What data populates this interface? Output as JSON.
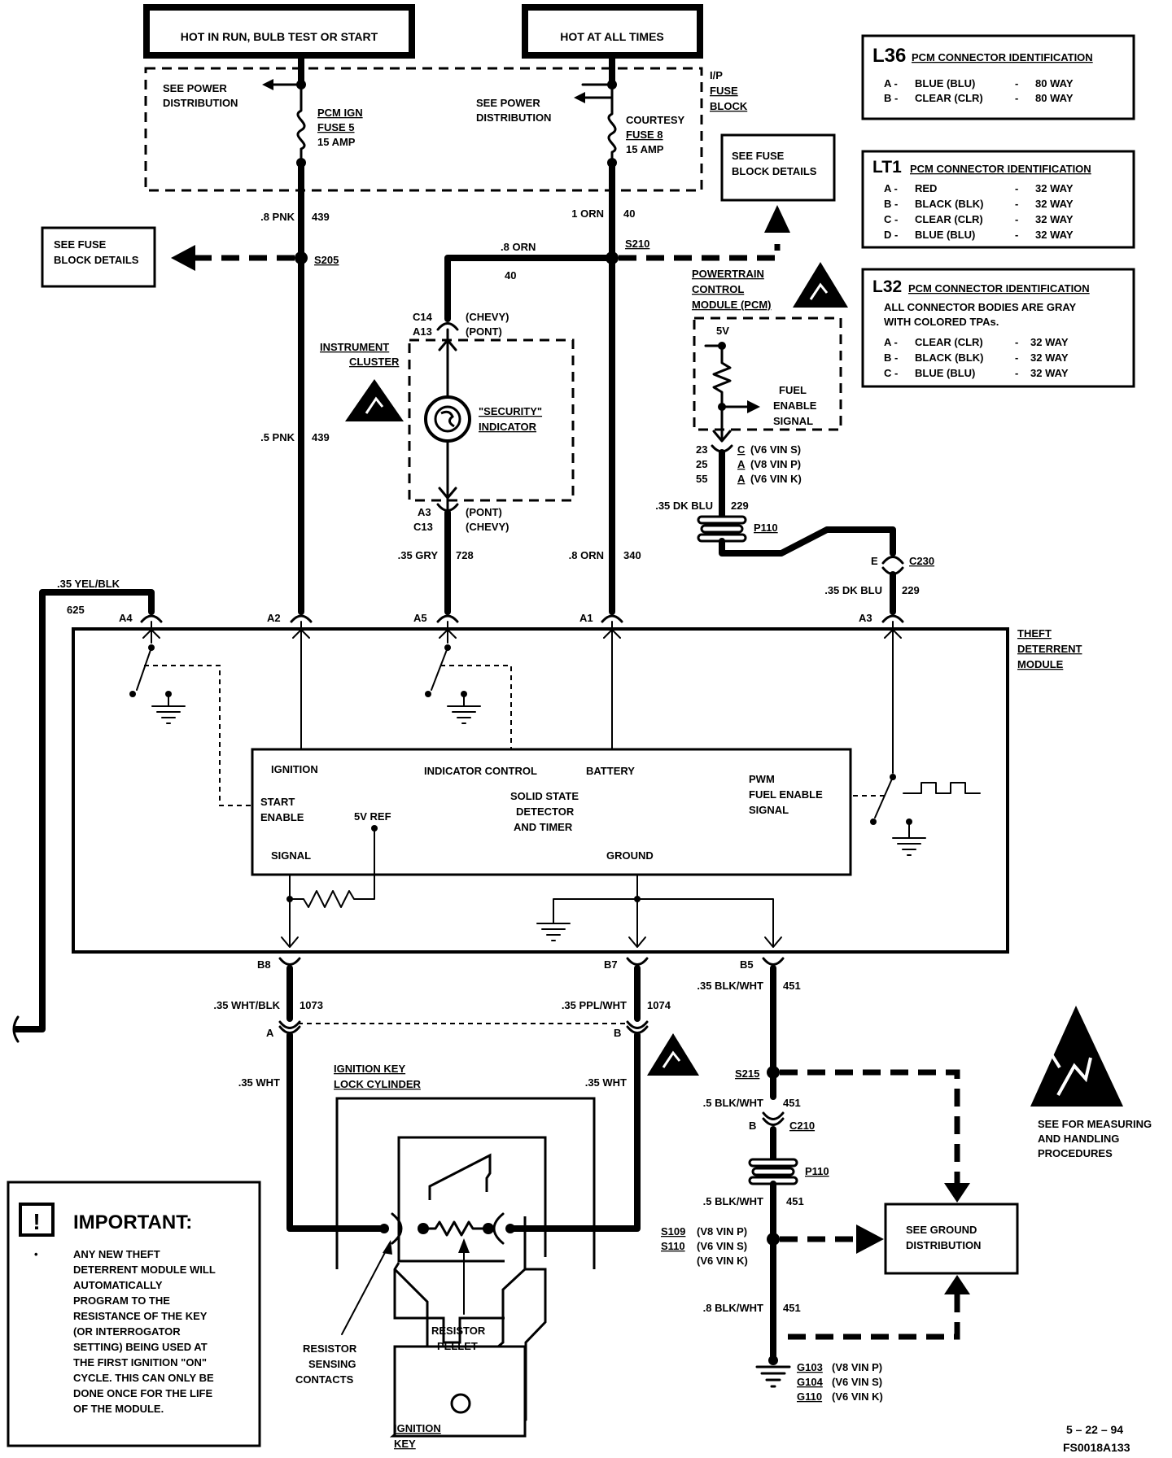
{
  "power": {
    "hot_run": "HOT IN RUN, BULB TEST OR START",
    "hot_always": "HOT AT ALL TIMES",
    "see_power_1": "SEE POWER",
    "see_power_2": "DISTRIBUTION",
    "pcm_fuse_1": "PCM IGN",
    "pcm_fuse_2": "FUSE 5",
    "pcm_fuse_3": "15 AMP",
    "courtesy_1": "COURTESY",
    "courtesy_2": "FUSE  8",
    "courtesy_3": "15  AMP",
    "ip_1": "I/P",
    "ip_2": "FUSE",
    "ip_3": "BLOCK"
  },
  "fuse_details": {
    "line1": "SEE FUSE",
    "line2": "BLOCK DETAILS"
  },
  "pcm_id": {
    "l36": {
      "code": "L36",
      "title": "PCM CONNECTOR IDENTIFICATION",
      "rows": [
        {
          "letter": "A  -",
          "name": "BLUE (BLU)",
          "dash": "-",
          "ways": "80 WAY"
        },
        {
          "letter": "B  -",
          "name": "CLEAR (CLR)",
          "dash": "-",
          "ways": "80 WAY"
        }
      ]
    },
    "lt1": {
      "code": "LT1",
      "title": "PCM CONNECTOR IDENTIFICATION",
      "rows": [
        {
          "letter": "A  -",
          "name": "RED",
          "dash": "-",
          "ways": "32 WAY"
        },
        {
          "letter": "B  -",
          "name": "BLACK (BLK)",
          "dash": "-",
          "ways": "32 WAY"
        },
        {
          "letter": "C  -",
          "name": "CLEAR (CLR)",
          "dash": "-",
          "ways": "32 WAY"
        },
        {
          "letter": "D  -",
          "name": "BLUE (BLU)",
          "dash": "-",
          "ways": "32 WAY"
        }
      ]
    },
    "l32": {
      "code": "L32",
      "title": "PCM CONNECTOR IDENTIFICATION",
      "note_1": "ALL CONNECTOR BODIES ARE GRAY",
      "note_2": "WITH COLORED TPAs.",
      "rows": [
        {
          "letter": "A  -",
          "name": "CLEAR (CLR)",
          "dash": "-",
          "ways": "32 WAY"
        },
        {
          "letter": "B  -",
          "name": "BLACK (BLK)",
          "dash": "-",
          "ways": "32 WAY"
        },
        {
          "letter": "C  -",
          "name": "BLUE (BLU)",
          "dash": "-",
          "ways": "32 WAY"
        }
      ]
    }
  },
  "wires": {
    "pnk8": ".8 PNK",
    "c439": "439",
    "s205": "S205",
    "orn1": "1 ORN",
    "c40": "40",
    "s210": "S210",
    "orn8": ".8 ORN",
    "c40b": "40",
    "pnk5": ".5 PNK",
    "c439b": "439",
    "gry": ".35 GRY",
    "c728": "728",
    "orn8b": ".8 ORN",
    "c340": "340",
    "dkblu1": ".35 DK BLU",
    "c229": "229",
    "dkblu2": ".35 DK BLU",
    "c229b": "229",
    "yelblk": ".35 YEL/BLK",
    "c625": "625",
    "whtblk": ".35 WHT/BLK",
    "c1073": "1073",
    "pplwht": ".35 PPL/WHT",
    "c1074": "1074",
    "blkwht35": ".35 BLK/WHT",
    "c451a": "451",
    "blkwht5a": ".5 BLK/WHT",
    "c451b": "451",
    "blkwht5b": ".5 BLK/WHT",
    "c451c": "451",
    "blkwht8": ".8 BLK/WHT",
    "c451d": "451",
    "wht1": ".35 WHT",
    "wht2": ".35 WHT"
  },
  "cluster": {
    "c14": "C14",
    "a13": "A13",
    "chevy": "(CHEVY)",
    "pont": "(PONT)",
    "title_1": "INSTRUMENT",
    "title_2": "CLUSTER",
    "ind_1": "\"SECURITY\"",
    "ind_2": "INDICATOR",
    "a3": "A3",
    "c13": "C13",
    "pont2": "(PONT)",
    "chevy2": "(CHEVY)"
  },
  "pcm": {
    "title_1": "POWERTRAIN",
    "title_2": "CONTROL",
    "title_3": "MODULE (PCM)",
    "v5": "5V",
    "fes_1": "FUEL",
    "fes_2": "ENABLE",
    "fes_3": "SIGNAL",
    "pins": [
      {
        "num": "23",
        "letter": "C",
        "note": "(V6  VIN S)"
      },
      {
        "num": "25",
        "letter": "A",
        "note": "(V8  VIN P)"
      },
      {
        "num": "55",
        "letter": "A",
        "note": "(V6  VIN K)"
      }
    ],
    "p110": "P110",
    "e": "E",
    "c230": "C230"
  },
  "tdm": {
    "title_1": "THEFT",
    "title_2": "DETERRENT",
    "title_3": "MODULE",
    "pins": {
      "a4": "A4",
      "a2": "A2",
      "a5": "A5",
      "a1": "A1",
      "a3": "A3",
      "b8": "B8",
      "b7": "B7",
      "b5": "B5"
    },
    "ignition": "IGNITION",
    "indicator_control": "INDICATOR CONTROL",
    "battery": "BATTERY",
    "pwm_1": "PWM",
    "pwm_2": "FUEL ENABLE",
    "pwm_3": "SIGNAL",
    "start_1": "START",
    "start_2": "ENABLE",
    "vref": "5V REF",
    "ss_1": "SOLID STATE",
    "ss_2": "DETECTOR",
    "ss_3": "AND TIMER",
    "signal": "SIGNAL",
    "ground": "GROUND"
  },
  "ignition": {
    "conn_a": "A",
    "conn_b": "B",
    "lock_1": "IGNITION KEY",
    "lock_2": "LOCK CYLINDER",
    "pellet_1": "RESISTOR",
    "pellet_2": "PELLET",
    "sense_1": "RESISTOR",
    "sense_2": "SENSING",
    "sense_3": "CONTACTS",
    "key_1": "IGNITION",
    "key_2": "KEY"
  },
  "ground": {
    "s215": "S215",
    "b": "B",
    "c210": "C210",
    "p110": "P110",
    "s109": "S109",
    "s109_note": "(V8  VIN P)",
    "s110": "S110",
    "s110_note": "(V6  VIN S)",
    "vink": "(V6  VIN K)",
    "see_1": "SEE GROUND",
    "see_2": "DISTRIBUTION",
    "g103": "G103",
    "g103_note": "(V8  VIN P)",
    "g104": "G104",
    "g104_note": "(V6  VIN S)",
    "g110": "G110",
    "g110_note": "(V6  VIN K)"
  },
  "esd": {
    "line1": "SEE FOR MEASURING",
    "line2": "AND HANDLING",
    "line3": "PROCEDURES"
  },
  "important": {
    "title": "IMPORTANT:",
    "bullet": "•",
    "lines": [
      "ANY NEW THEFT",
      "DETERRENT MODULE WILL",
      "AUTOMATICALLY",
      "PROGRAM TO THE",
      "RESISTANCE OF THE KEY",
      "(OR INTERROGATOR",
      "SETTING) BEING USED AT",
      "THE FIRST IGNITION \"ON\"",
      "CYCLE.  THIS CAN ONLY BE",
      "DONE ONCE FOR THE LIFE",
      "OF THE MODULE."
    ]
  },
  "footer": {
    "date": "5 – 22 – 94",
    "code": "FS0018A133"
  }
}
